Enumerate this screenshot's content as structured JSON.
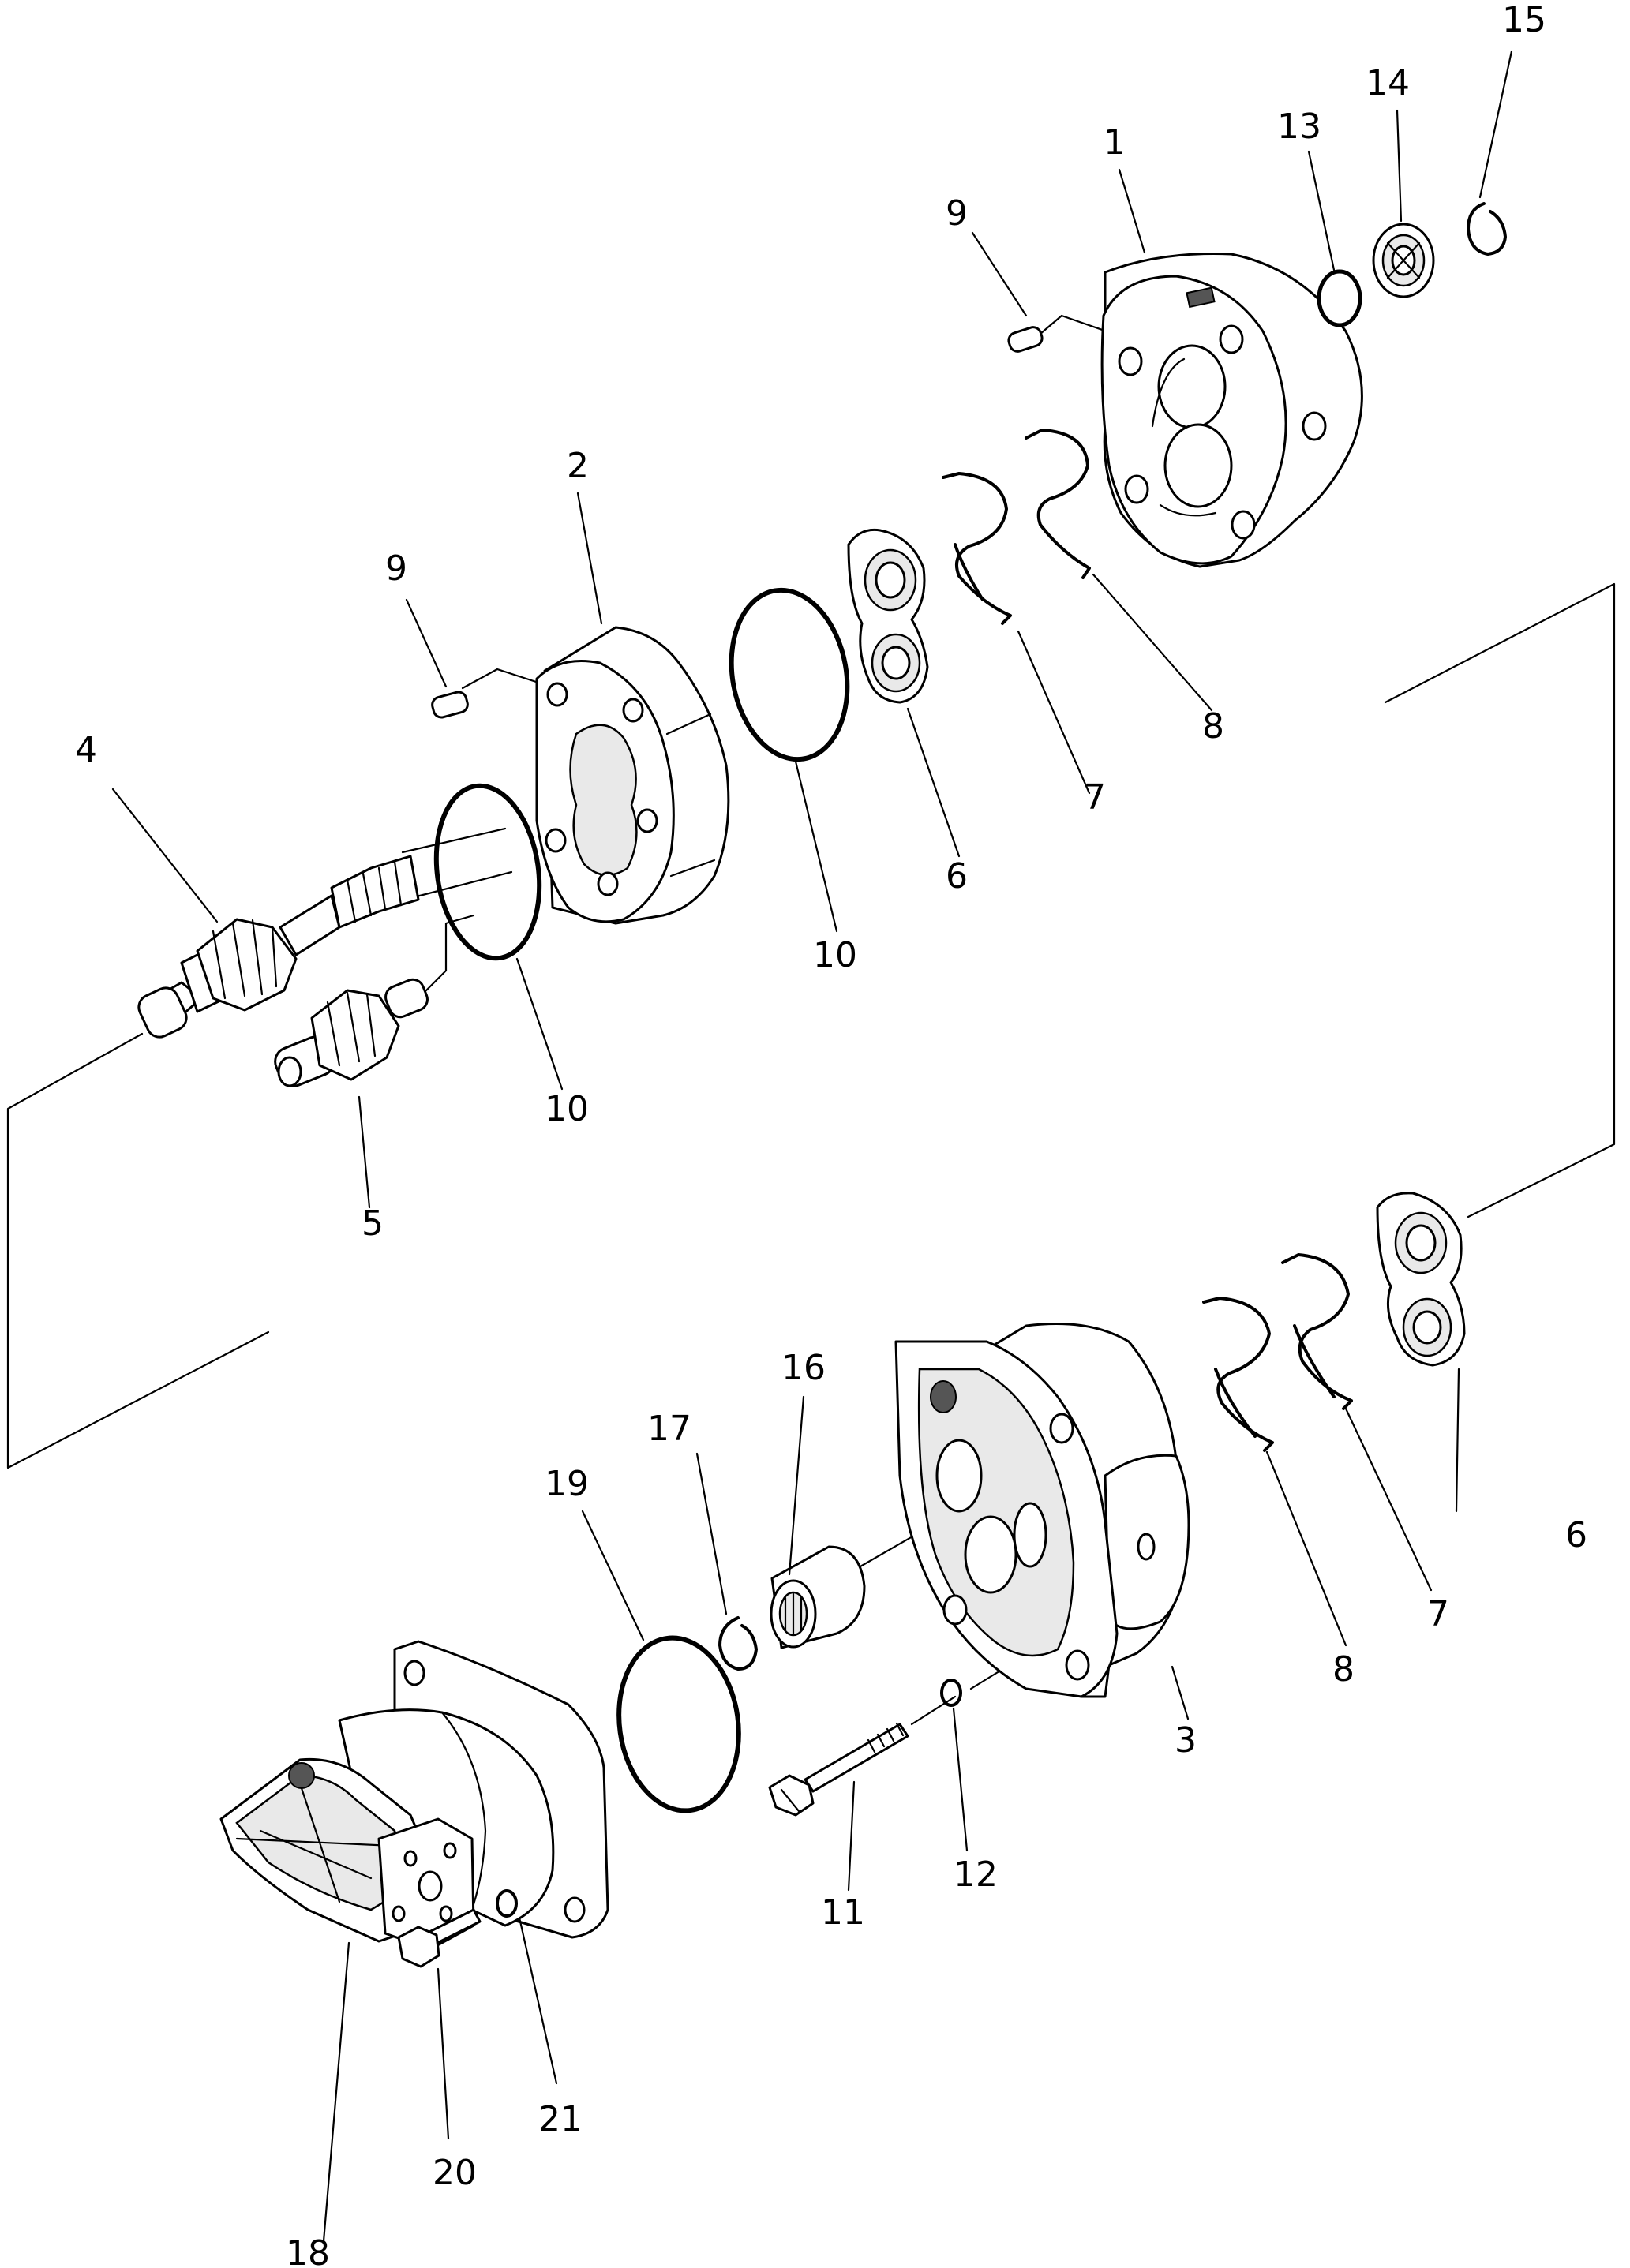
{
  "diagram": {
    "labels": {
      "p1": "1",
      "p2": "2",
      "p3": "3",
      "p4": "4",
      "p5": "5",
      "p6a": "6",
      "p6b": "6",
      "p7a": "7",
      "p7b": "7",
      "p8a": "8",
      "p8b": "8",
      "p9a": "9",
      "p9b": "9",
      "p10a": "10",
      "p10b": "10",
      "p11": "11",
      "p12": "12",
      "p13": "13",
      "p14": "14",
      "p15": "15",
      "p16": "16",
      "p17": "17",
      "p18": "18",
      "p19": "19",
      "p20": "20",
      "p21": "21"
    }
  }
}
